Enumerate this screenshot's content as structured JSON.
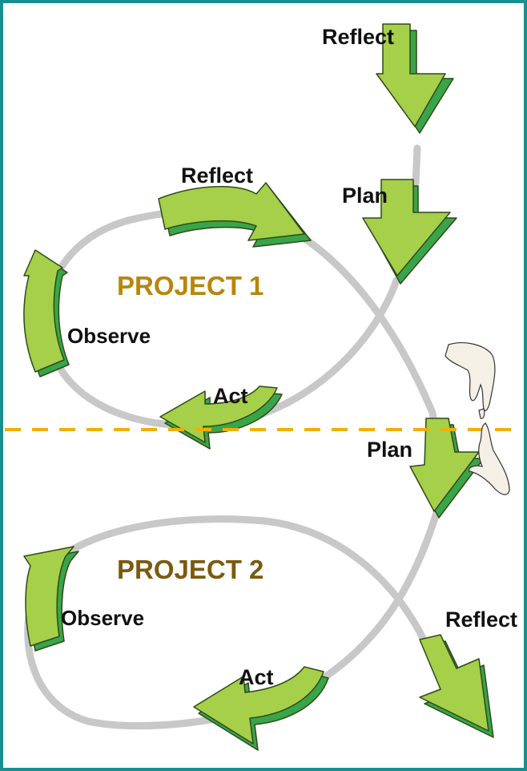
{
  "labels": {
    "reflect_top": "Reflect",
    "plan_top": "Plan",
    "reflect_p1": "Reflect",
    "project1": "PROJECT 1",
    "observe_p1": "Observe",
    "act_p1": "Act",
    "plan_p2": "Plan",
    "project2": "PROJECT 2",
    "observe_p2": "Observe",
    "reflect_bottom": "Reflect",
    "act_p2": "Act"
  },
  "colors": {
    "frame": "#1a8f8f",
    "loop_line": "#c8c8c8",
    "arrow_face": "#a6cf4a",
    "arrow_side": "#3aa548",
    "arrow_outline": "#2d4a1a",
    "project1_text": "#b8860b",
    "project2_text": "#7a5a10",
    "divider": "#f0b000"
  },
  "icons": [
    "hand-reaching-down-icon",
    "hand-reaching-up-icon"
  ]
}
